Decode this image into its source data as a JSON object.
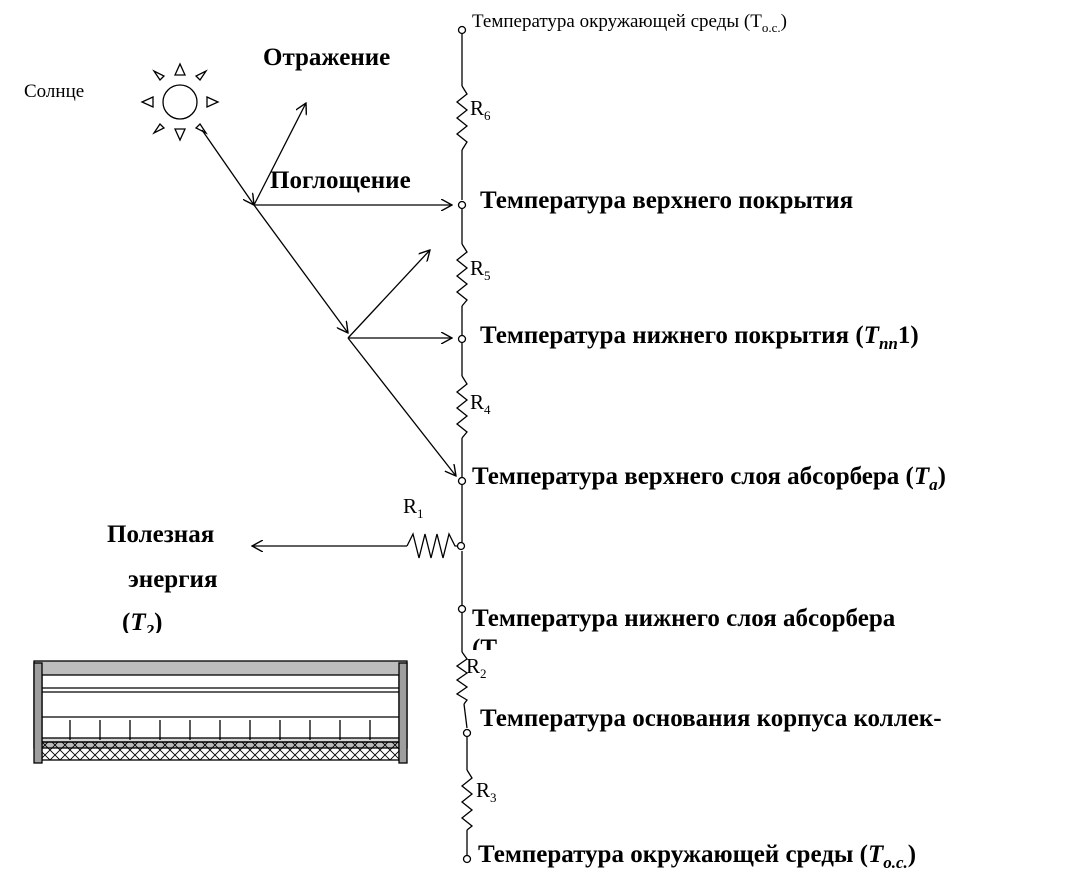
{
  "sun_label": "Солнце",
  "reflection_label": "Отражение",
  "absorption_label": "Поглощение",
  "useful_energy_line1": "Полезная",
  "useful_energy_line2": "энергия",
  "t2_var": "T",
  "t2_sub": "2",
  "ambient_top": {
    "text": "Температура окружающей среды (T",
    "sub": "o.c.",
    "close": ")"
  },
  "upper_cover": "Температура верхнего покрытия",
  "lower_cover": {
    "text": "Температура нижнего покрытия (",
    "var": "T",
    "sub": "nn",
    "tail": "1)"
  },
  "absorber_top": {
    "text": "Температура верхнего слоя абсорбера (",
    "var": "T",
    "sub": "a",
    "close": ")"
  },
  "absorber_bottom": "Температура нижнего слоя абсорбера",
  "absorber_bottom_cut": "(Т",
  "case_base": "Температура основания корпуса коллек-",
  "ambient_bottom": {
    "text": "Температура окружающей среды (",
    "var": "T",
    "sub": "o.c.",
    "close": ")"
  },
  "resistors": [
    {
      "name": "R",
      "sub": "6"
    },
    {
      "name": "R",
      "sub": "5"
    },
    {
      "name": "R",
      "sub": "4"
    },
    {
      "name": "R",
      "sub": "1"
    },
    {
      "name": "R",
      "sub": "2"
    },
    {
      "name": "R",
      "sub": "3"
    }
  ]
}
